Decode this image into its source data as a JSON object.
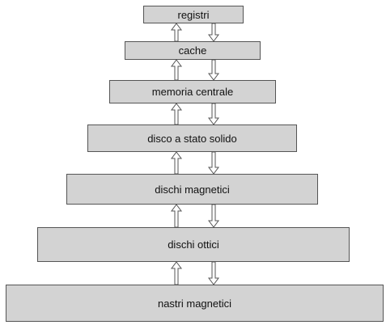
{
  "diagram": {
    "levels": [
      "registri",
      "cache",
      "memoria centrale",
      "disco a stato solido",
      "dischi magnetici",
      "dischi ottici",
      "nastri magnetici"
    ],
    "colors": {
      "box_fill": "#d3d3d3",
      "box_border": "#555555",
      "arrow_fill": "#ffffff",
      "arrow_stroke": "#555555",
      "text": "#111111"
    }
  }
}
